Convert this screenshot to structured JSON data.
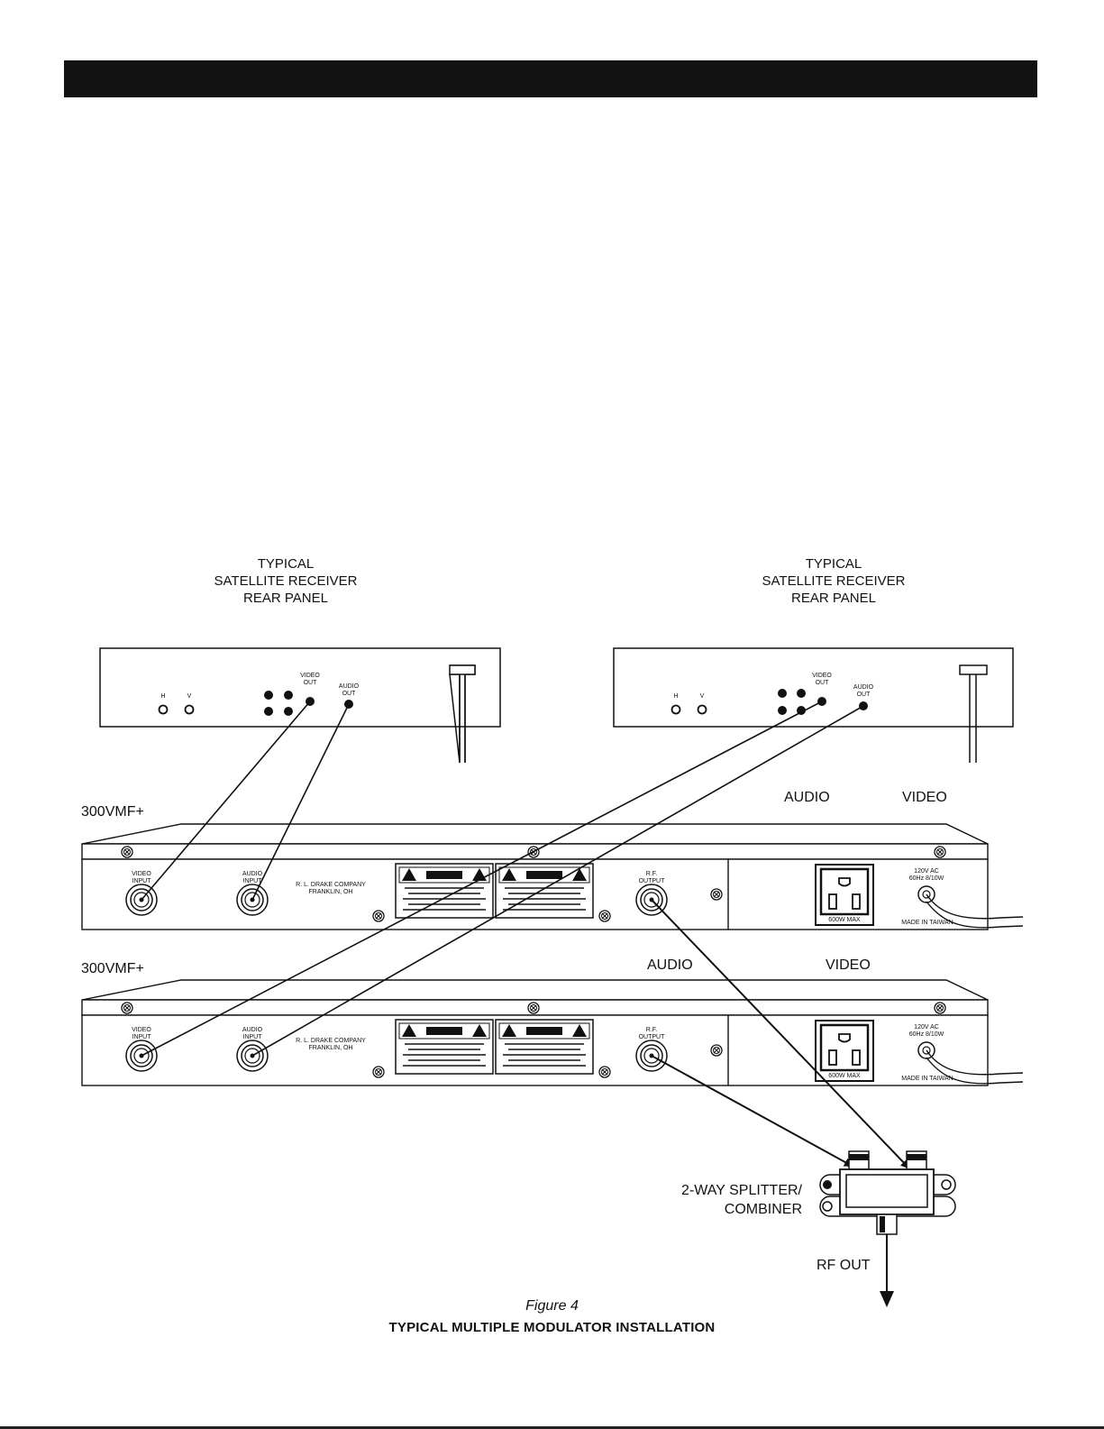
{
  "figure": {
    "receiver_label": [
      "TYPICAL",
      "SATELLITE RECEIVER",
      "REAR PANEL"
    ],
    "receiver_left": {
      "h": "H",
      "v": "V",
      "video_out": [
        "VIDEO",
        "OUT"
      ],
      "audio_out": [
        "AUDIO",
        "OUT"
      ]
    },
    "receiver_right": {
      "h": "H",
      "v": "V",
      "video_out": [
        "VIDEO",
        "OUT"
      ],
      "audio_out": [
        "AUDIO",
        "OUT"
      ]
    },
    "modulator_1": {
      "model": "300VMF+",
      "audio": "AUDIO",
      "video": "VIDEO",
      "video_input": [
        "VIDEO",
        "INPUT"
      ],
      "audio_input": [
        "AUDIO",
        "INPUT"
      ],
      "rf_output": [
        "R.F.",
        "OUTPUT"
      ],
      "company": [
        "R. L. DRAKE COMPANY",
        "FRANKLIN, OH"
      ],
      "power_rating": [
        "120V AC",
        "60Hz 8/10W"
      ],
      "outlet_rating": "600W MAX",
      "made_in": "MADE IN TAIWAN"
    },
    "modulator_2": {
      "model": "300VMF+",
      "audio": "AUDIO",
      "video": "VIDEO",
      "video_input": [
        "VIDEO",
        "INPUT"
      ],
      "audio_input": [
        "AUDIO",
        "INPUT"
      ],
      "rf_output": [
        "R.F.",
        "OUTPUT"
      ],
      "company": [
        "R. L. DRAKE COMPANY",
        "FRANKLIN, OH"
      ],
      "power_rating": [
        "120V AC",
        "60Hz 8/10W"
      ],
      "outlet_rating": "600W MAX",
      "made_in": "MADE IN TAIWAN"
    },
    "splitter_label": [
      "2-WAY SPLITTER/",
      "COMBINER"
    ],
    "rf_out": "RF OUT",
    "caption_number": "Figure 4",
    "caption_title": "TYPICAL MULTIPLE MODULATOR INSTALLATION"
  }
}
